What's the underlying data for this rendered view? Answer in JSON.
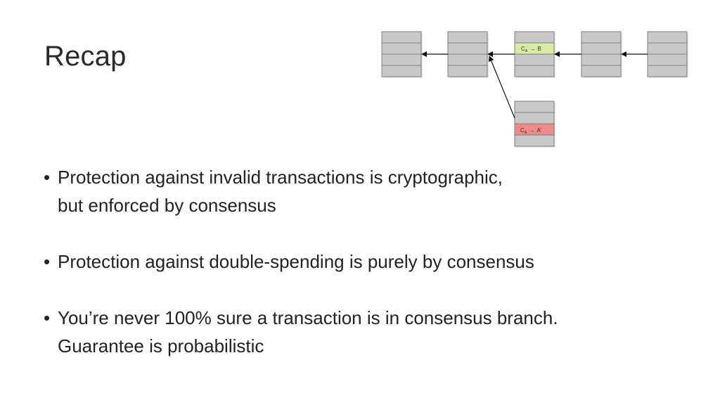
{
  "slide": {
    "title": "Recap"
  },
  "diagram": {
    "chain_blocks": 5,
    "rows_per_block": 4,
    "main_tx": {
      "sym": "C",
      "sub": "A",
      "arrow": "→",
      "dest": "B",
      "color": "#d9eba3"
    },
    "fork_tx": {
      "sym": "C",
      "sub": "A",
      "arrow": "→",
      "dest": "A’",
      "color": "#f08a8a"
    }
  },
  "bullets": [
    {
      "lines": [
        "Protection against invalid transactions is cryptographic,",
        "but enforced by consensus"
      ]
    },
    {
      "lines": [
        "Protection against double-spending is purely by consensus"
      ]
    },
    {
      "lines": [
        "You’re never 100% sure a transaction is in consensus branch.",
        "Guarantee is probabilistic"
      ]
    }
  ]
}
